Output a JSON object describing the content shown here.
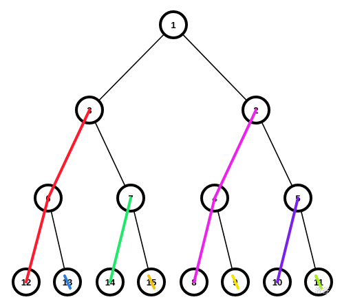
{
  "tree": {
    "nodes": [
      {
        "id": "n1",
        "label": "1"
      },
      {
        "id": "n3",
        "label": "3"
      },
      {
        "id": "n2",
        "label": "2"
      },
      {
        "id": "n6",
        "label": "6"
      },
      {
        "id": "n7",
        "label": "7"
      },
      {
        "id": "n4",
        "label": "4"
      },
      {
        "id": "n5",
        "label": "5"
      },
      {
        "id": "n12",
        "label": "12"
      },
      {
        "id": "n13",
        "label": "13"
      },
      {
        "id": "n14",
        "label": "14"
      },
      {
        "id": "n15",
        "label": "15"
      },
      {
        "id": "n8",
        "label": "8"
      },
      {
        "id": "n9",
        "label": "9"
      },
      {
        "id": "n10",
        "label": "10"
      },
      {
        "id": "n11",
        "label": "11"
      }
    ],
    "edges": [
      {
        "from": "n1",
        "to": "n3"
      },
      {
        "from": "n1",
        "to": "n2"
      },
      {
        "from": "n3",
        "to": "n6"
      },
      {
        "from": "n3",
        "to": "n7"
      },
      {
        "from": "n2",
        "to": "n4"
      },
      {
        "from": "n2",
        "to": "n5"
      },
      {
        "from": "n6",
        "to": "n12"
      },
      {
        "from": "n6",
        "to": "n13"
      },
      {
        "from": "n7",
        "to": "n14"
      },
      {
        "from": "n7",
        "to": "n15"
      },
      {
        "from": "n4",
        "to": "n8"
      },
      {
        "from": "n4",
        "to": "n9"
      },
      {
        "from": "n5",
        "to": "n10"
      },
      {
        "from": "n5",
        "to": "n11"
      }
    ],
    "highlight_paths": [
      {
        "color": "#ff1a2e",
        "nodes": [
          "n3",
          "n6",
          "n12"
        ]
      },
      {
        "color": "#2a7de1",
        "nodes": [
          "n13"
        ]
      },
      {
        "color": "#22e86a",
        "nodes": [
          "n7",
          "n14"
        ]
      },
      {
        "color": "#f2c10a",
        "nodes": [
          "n15"
        ]
      },
      {
        "color": "#ee22ee",
        "nodes": [
          "n2",
          "n4",
          "n8"
        ]
      },
      {
        "color": "#f5e400",
        "nodes": [
          "n9"
        ]
      },
      {
        "color": "#7a22e8",
        "nodes": [
          "n5",
          "n10"
        ]
      },
      {
        "color": "#a6f020",
        "nodes": [
          "n11"
        ]
      }
    ]
  },
  "watermark": "洛谷"
}
